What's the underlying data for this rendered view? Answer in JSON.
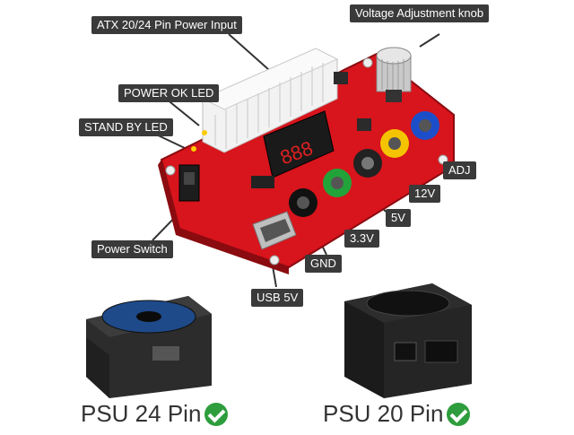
{
  "callouts": {
    "atx": "ATX 20/24 Pin Power Input",
    "knob": "Voltage Adjustment knob",
    "power_ok": "POWER OK LED",
    "standby": "STAND BY LED",
    "switch": "Power Switch",
    "adj": "ADJ",
    "v12": "12V",
    "v5": "5V",
    "v33": "3.3V",
    "gnd": "GND",
    "usb": "USB 5V"
  },
  "bottom": {
    "psu24": "PSU 24 Pin",
    "psu20": "PSU 20 Pin"
  },
  "colors": {
    "board": "#d8141c",
    "callout_bg": "#3a3a3a",
    "check": "#2e9d3d"
  }
}
